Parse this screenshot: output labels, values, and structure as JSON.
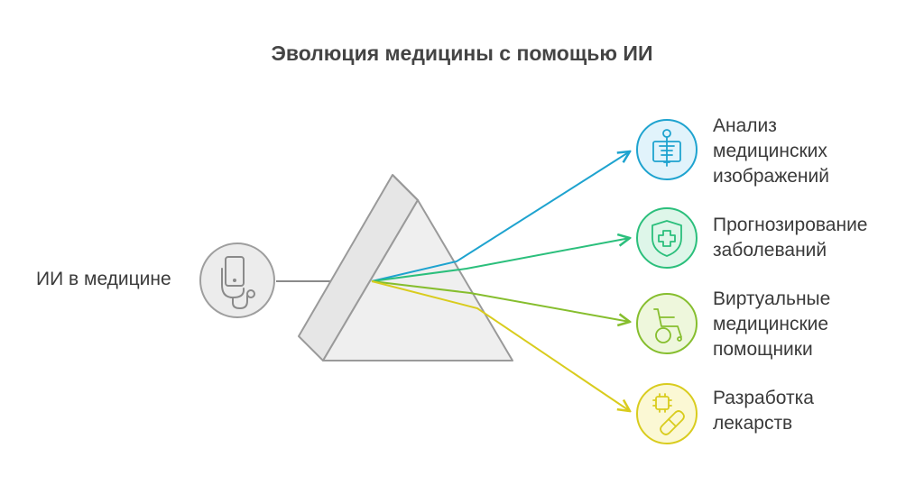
{
  "title": "Эволюция медицины с помощью ИИ",
  "input": {
    "label": "ИИ в медицине",
    "icon": "stethoscope-phone-icon",
    "color": "#9e9e9e"
  },
  "outputs": [
    {
      "id": "imaging",
      "lines": [
        "Анализ",
        "медицинских",
        "изображений"
      ],
      "icon": "xray-scan-icon",
      "color": "#1ea3cf",
      "fill": "#e1f3fb"
    },
    {
      "id": "prediction",
      "lines": [
        "Прогнозирование",
        "заболеваний"
      ],
      "icon": "shield-plus-icon",
      "color": "#2bbf7c",
      "fill": "#def6e9"
    },
    {
      "id": "assistants",
      "lines": [
        "Виртуальные",
        "медицинские",
        "помощники"
      ],
      "icon": "wheelchair-icon",
      "color": "#86be2e",
      "fill": "#eef7dc"
    },
    {
      "id": "drugs",
      "lines": [
        "Разработка",
        "лекарств"
      ],
      "icon": "chip-pill-icon",
      "color": "#d9cc1e",
      "fill": "#fbf8d4"
    }
  ]
}
